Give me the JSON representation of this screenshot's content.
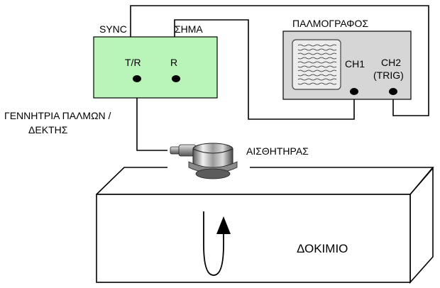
{
  "pulser": {
    "sync_label": "SYNC",
    "signal_label": "ΣΗΜΑ",
    "tr_label": "T/R",
    "r_label": "R",
    "caption_line1": "ΓΕΝΝΗΤΡΙΑ ΠΑΛΜΩΝ /",
    "caption_line2": "ΔΕΚΤΗΣ"
  },
  "oscilloscope": {
    "title": "ΠΑΛΜΟΓΡΑΦΟΣ",
    "ch1_label": "CH1",
    "ch2_label_line1": "CH2",
    "ch2_label_line2": "(TRIG)"
  },
  "transducer": {
    "label": "ΑΙΣΘΗΤΗΡΑΣ"
  },
  "specimen": {
    "label": "ΔΟΚΙΜΙΟ"
  },
  "colors": {
    "pulser_fill": "#b9f5b9",
    "scope_fill": "#d6d6d6",
    "screen_fill": "#ececec",
    "wire": "#000000"
  }
}
